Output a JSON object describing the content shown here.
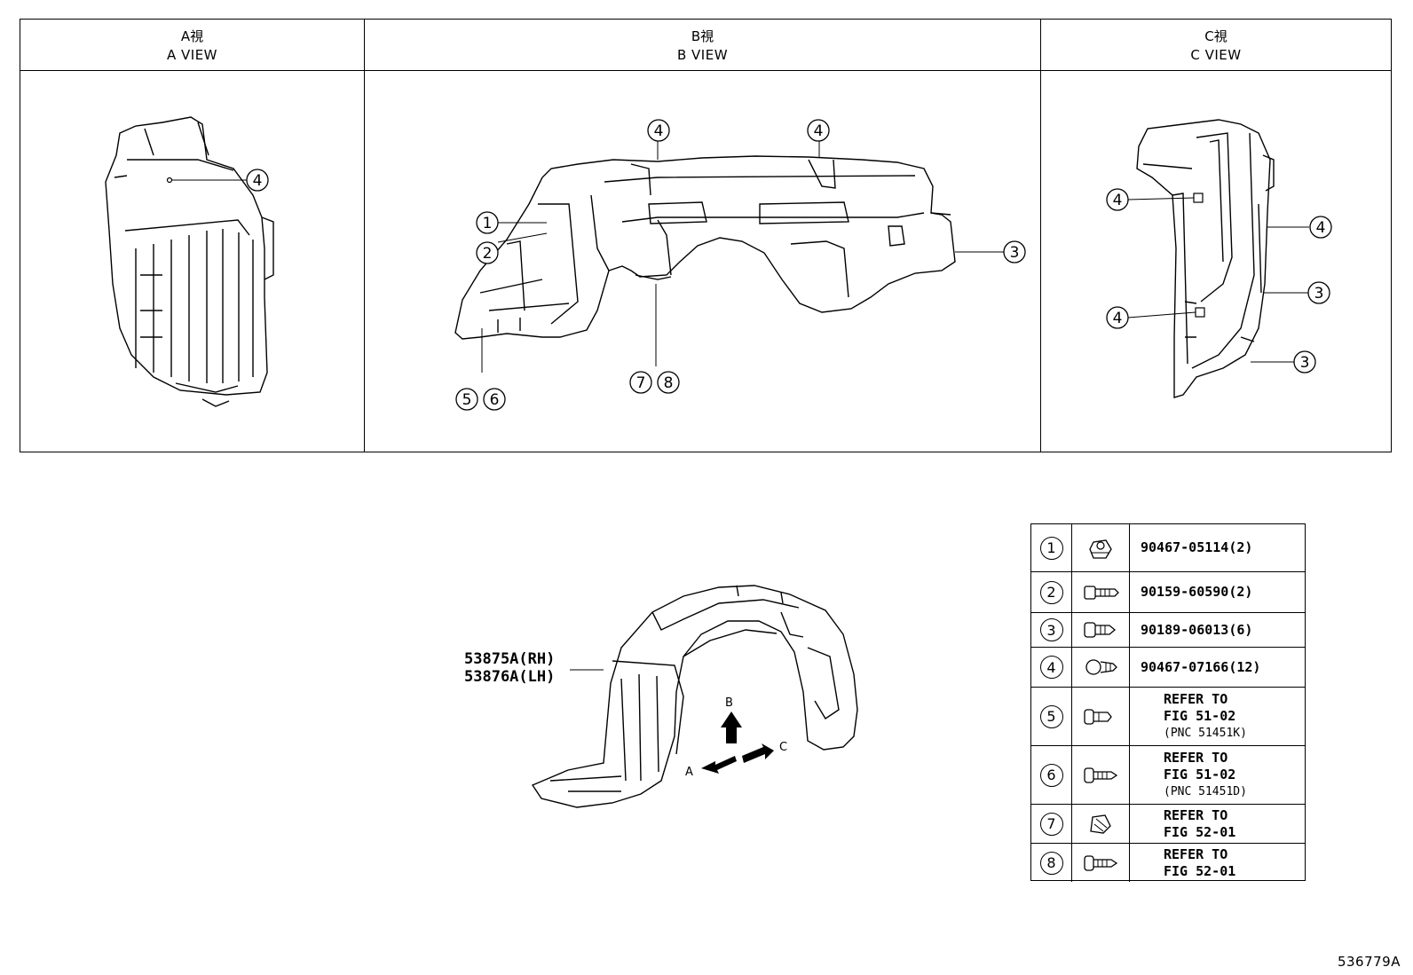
{
  "views": [
    {
      "title_jp": "A視",
      "title_en": "A VIEW"
    },
    {
      "title_jp": "B視",
      "title_en": "B VIEW"
    },
    {
      "title_jp": "C視",
      "title_en": "C VIEW"
    }
  ],
  "callouts": {
    "a4": "4",
    "b1": "1",
    "b2": "2",
    "b3": "3",
    "b4a": "4",
    "b4b": "4",
    "b5": "5",
    "b6": "6",
    "b7": "7",
    "b8": "8",
    "c4a": "4",
    "c4b": "4",
    "c4c": "4",
    "c3a": "3",
    "c3b": "3"
  },
  "assembly": {
    "line1": "53875A(RH)",
    "line2": "53876A(LH)"
  },
  "arrows": {
    "a": "A",
    "b": "B",
    "c": "C"
  },
  "parts": [
    {
      "num": "1",
      "icon": "clip-nut-icon",
      "lines": [
        "90467-05114(2)"
      ]
    },
    {
      "num": "2",
      "icon": "bolt-icon",
      "lines": [
        "90159-60590(2)"
      ]
    },
    {
      "num": "3",
      "icon": "screw-grommet-icon",
      "lines": [
        "90189-06013(6)"
      ]
    },
    {
      "num": "4",
      "icon": "clip-icon",
      "lines": [
        "90467-07166(12)"
      ]
    },
    {
      "num": "5",
      "icon": "push-rivet-icon",
      "lines": [
        "REFER TO",
        "FIG 51-02"
      ],
      "note": "(PNC 51451K)"
    },
    {
      "num": "6",
      "icon": "tapping-screw-icon",
      "lines": [
        "REFER TO",
        "FIG 51-02"
      ],
      "note": "(PNC 51451D)"
    },
    {
      "num": "7",
      "icon": "square-nut-icon",
      "lines": [
        "REFER TO",
        "FIG 52-01"
      ]
    },
    {
      "num": "8",
      "icon": "screw-icon",
      "lines": [
        "REFER TO",
        "FIG 52-01"
      ]
    }
  ],
  "ref_number": "536779A"
}
